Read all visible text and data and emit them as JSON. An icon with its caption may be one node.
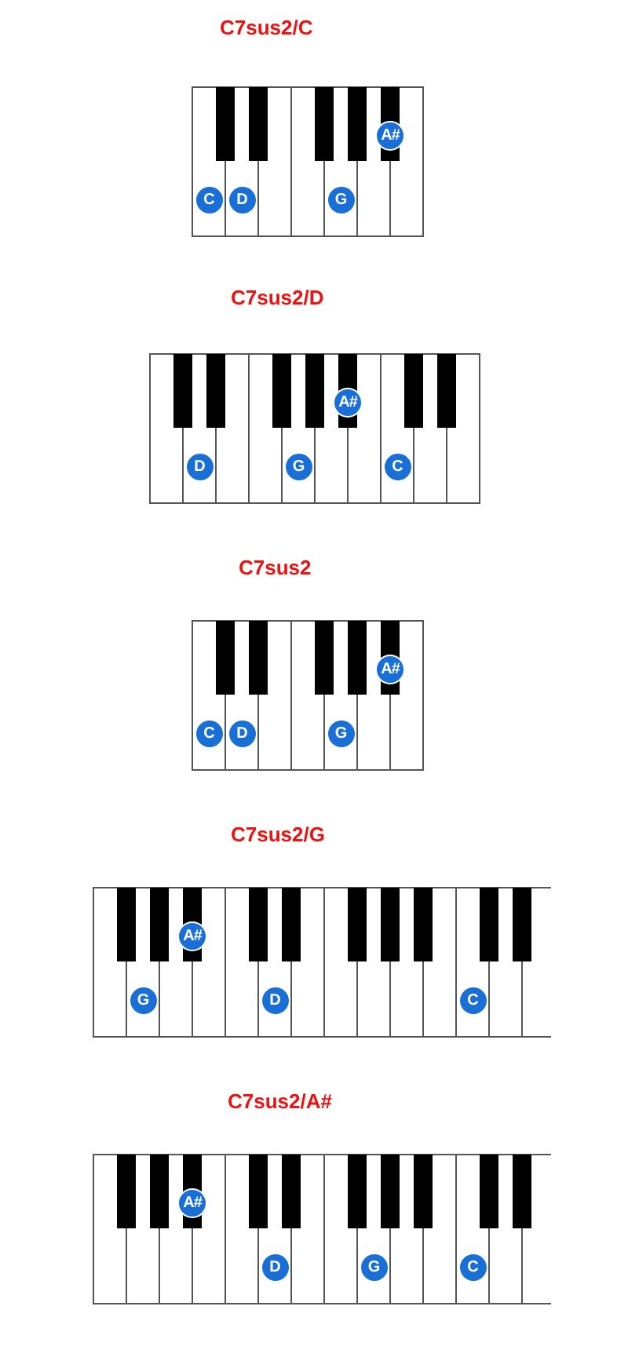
{
  "diagram": {
    "nodes": [
      {
        "text": [
          "C7sus2/C"
        ]
      },
      {
        "text": [
          "C"
        ],
        "in": 0
      },
      {
        "text": [
          "D"
        ],
        "in": 0
      },
      {
        "text": [
          "G"
        ],
        "in": 0
      },
      {
        "text": [
          "A#"
        ],
        "in": 0
      },
      {
        "text": [
          "C7sus2/D"
        ]
      },
      {
        "text": [
          "D"
        ],
        "in": 5
      },
      {
        "text": [
          "G"
        ],
        "in": 5
      },
      {
        "text": [
          "A#"
        ],
        "in": 5
      },
      {
        "text": [
          "C"
        ],
        "in": 5
      },
      {
        "text": [
          "C7sus2"
        ]
      },
      {
        "text": [
          "C"
        ],
        "in": 10
      },
      {
        "text": [
          "D"
        ],
        "in": 10
      },
      {
        "text": [
          "G"
        ],
        "in": 10
      },
      {
        "text": [
          "A#"
        ],
        "in": 10
      },
      {
        "text": [
          "C7sus2/G"
        ]
      },
      {
        "text": [
          "G"
        ],
        "in": 15
      },
      {
        "text": [
          "A#"
        ],
        "in": 15
      },
      {
        "text": [
          "D"
        ],
        "in": 15
      },
      {
        "text": [
          "C"
        ],
        "in": 15
      },
      {
        "text": [
          "C7sus2/A#"
        ]
      },
      {
        "text": [
          "A#"
        ],
        "in": 20
      },
      {
        "text": [
          "D"
        ],
        "in": 20
      },
      {
        "text": [
          "G"
        ],
        "in": 20
      },
      {
        "text": [
          "C"
        ],
        "in": 20
      }
    ]
  }
}
